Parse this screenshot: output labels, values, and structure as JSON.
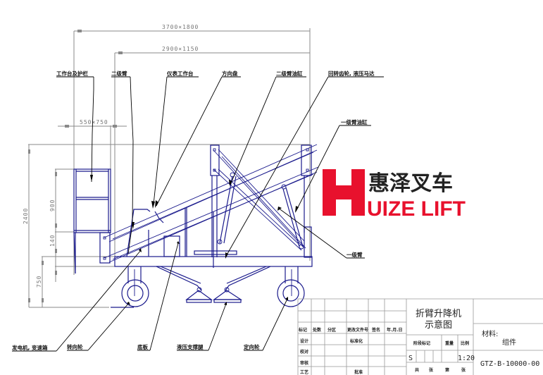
{
  "drawing": {
    "title_line1": "折臂升降机",
    "title_line2": "示意图",
    "scale": "1:20",
    "drawing_number": "GTZ-B-10000-00",
    "material_label": "材料:",
    "material_value": "组件",
    "stage_mark": "S"
  },
  "dimensions": {
    "overall_height_reach": "3700×1800",
    "arm_span": "2900×1150",
    "platform_size": "550×750",
    "total_height": "2400",
    "guardrail_height": "900",
    "platform_gap": "140",
    "base_height": "750"
  },
  "callouts": {
    "top": [
      {
        "label": "工作台及护栏"
      },
      {
        "label": "二级臂"
      },
      {
        "label": "仪表工作台"
      },
      {
        "label": "方向盘"
      },
      {
        "label": "二级臂油缸"
      },
      {
        "label": "回转齿轮, 液压马达"
      }
    ],
    "right": [
      {
        "label": "一级臂油缸"
      },
      {
        "label": "一级臂"
      }
    ],
    "bottom": [
      {
        "label": "发电机, 变速箱"
      },
      {
        "label": "转向轮"
      },
      {
        "label": "底板"
      },
      {
        "label": "液压支撑腿"
      },
      {
        "label": "定向轮"
      }
    ]
  },
  "logo": {
    "letter": "H",
    "chinese": "惠泽叉车",
    "english": "UIZE LIFT",
    "brand_color": "#e8112d"
  },
  "title_block": {
    "header_row": [
      "标记",
      "处数",
      "分区",
      "更改文件号",
      "签名",
      "年.月.日"
    ],
    "rows": [
      {
        "role": "设计",
        "extra": "标准化"
      },
      {
        "role": "校对",
        "extra": ""
      },
      {
        "role": "审核",
        "extra": ""
      },
      {
        "role": "工艺",
        "extra": "批准"
      }
    ],
    "stage_headers": [
      "阶段标记",
      "重量",
      "比例"
    ],
    "sheet_footer": [
      "共",
      "张",
      "第",
      "张"
    ]
  },
  "colors": {
    "machine_lines": "#1a1a8c",
    "dimension_lines": "#888888",
    "leader_lines": "#000000",
    "logo_red": "#e8112d"
  }
}
